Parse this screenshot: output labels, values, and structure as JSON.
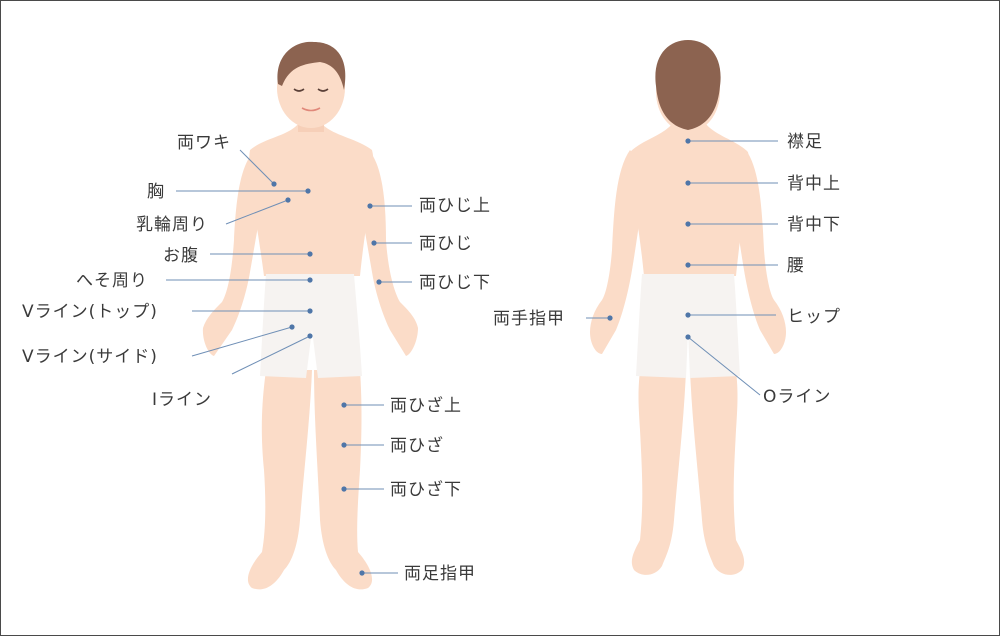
{
  "colors": {
    "skin": "#fbdcc8",
    "shorts": "#f6f3f1",
    "hair": "#8c6350",
    "leader_line": "#6f8fb6",
    "marker_dot": "#4f76a8",
    "label_text": "#3a3a3a"
  },
  "front": {
    "armpits": "両ワキ",
    "chest": "胸",
    "around_nipples": "乳輪周り",
    "belly": "お腹",
    "around_navel": "へそ周り",
    "v_line_top": "Vライン(トップ)",
    "v_line_side": "Vライン(サイド)",
    "i_line": "Iライン",
    "above_elbows": "両ひじ上",
    "elbows": "両ひじ",
    "below_elbows": "両ひじ下",
    "above_knees": "両ひざ上",
    "knees": "両ひざ",
    "below_knees": "両ひざ下",
    "toes": "両足指甲"
  },
  "back": {
    "nape": "襟足",
    "upper_back": "背中上",
    "lower_back": "背中下",
    "waist": "腰",
    "hands": "両手指甲",
    "hips": "ヒップ",
    "o_line": "Oライン"
  }
}
